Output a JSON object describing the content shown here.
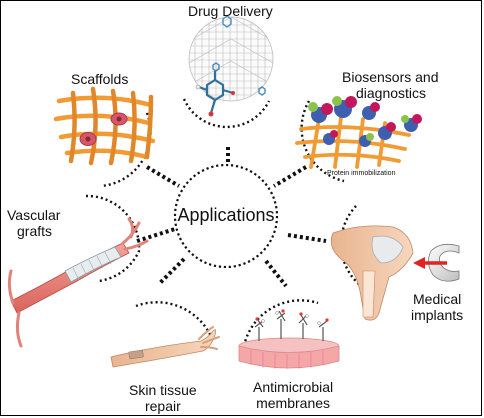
{
  "center": {
    "label": "Applications"
  },
  "applications": [
    {
      "id": "drug-delivery",
      "label": "Drug Delivery"
    },
    {
      "id": "scaffolds",
      "label": "Scaffolds"
    },
    {
      "id": "biosensors",
      "label_lines": [
        "Biosensors and",
        "diagnostics"
      ],
      "sublabel": "Protein immobilization"
    },
    {
      "id": "vascular-grafts",
      "label_lines": [
        "Vascular",
        "grafts"
      ]
    },
    {
      "id": "medical-implants",
      "label_lines": [
        "Medical",
        "implants"
      ]
    },
    {
      "id": "skin-tissue-repair",
      "label_lines": [
        "Skin tissue",
        "repair"
      ]
    },
    {
      "id": "antimicrobial-membranes",
      "label_lines": [
        "Antimicrobial",
        "membranes"
      ]
    }
  ],
  "colors": {
    "fiber": "#f29a33",
    "fiber_dark": "#d67a18",
    "cell": "#d6576a",
    "skin": "#f2c8a6",
    "arrow": "#e02424",
    "sphere_line": "#b9b9b9",
    "membrane": "#f3a7a7"
  }
}
